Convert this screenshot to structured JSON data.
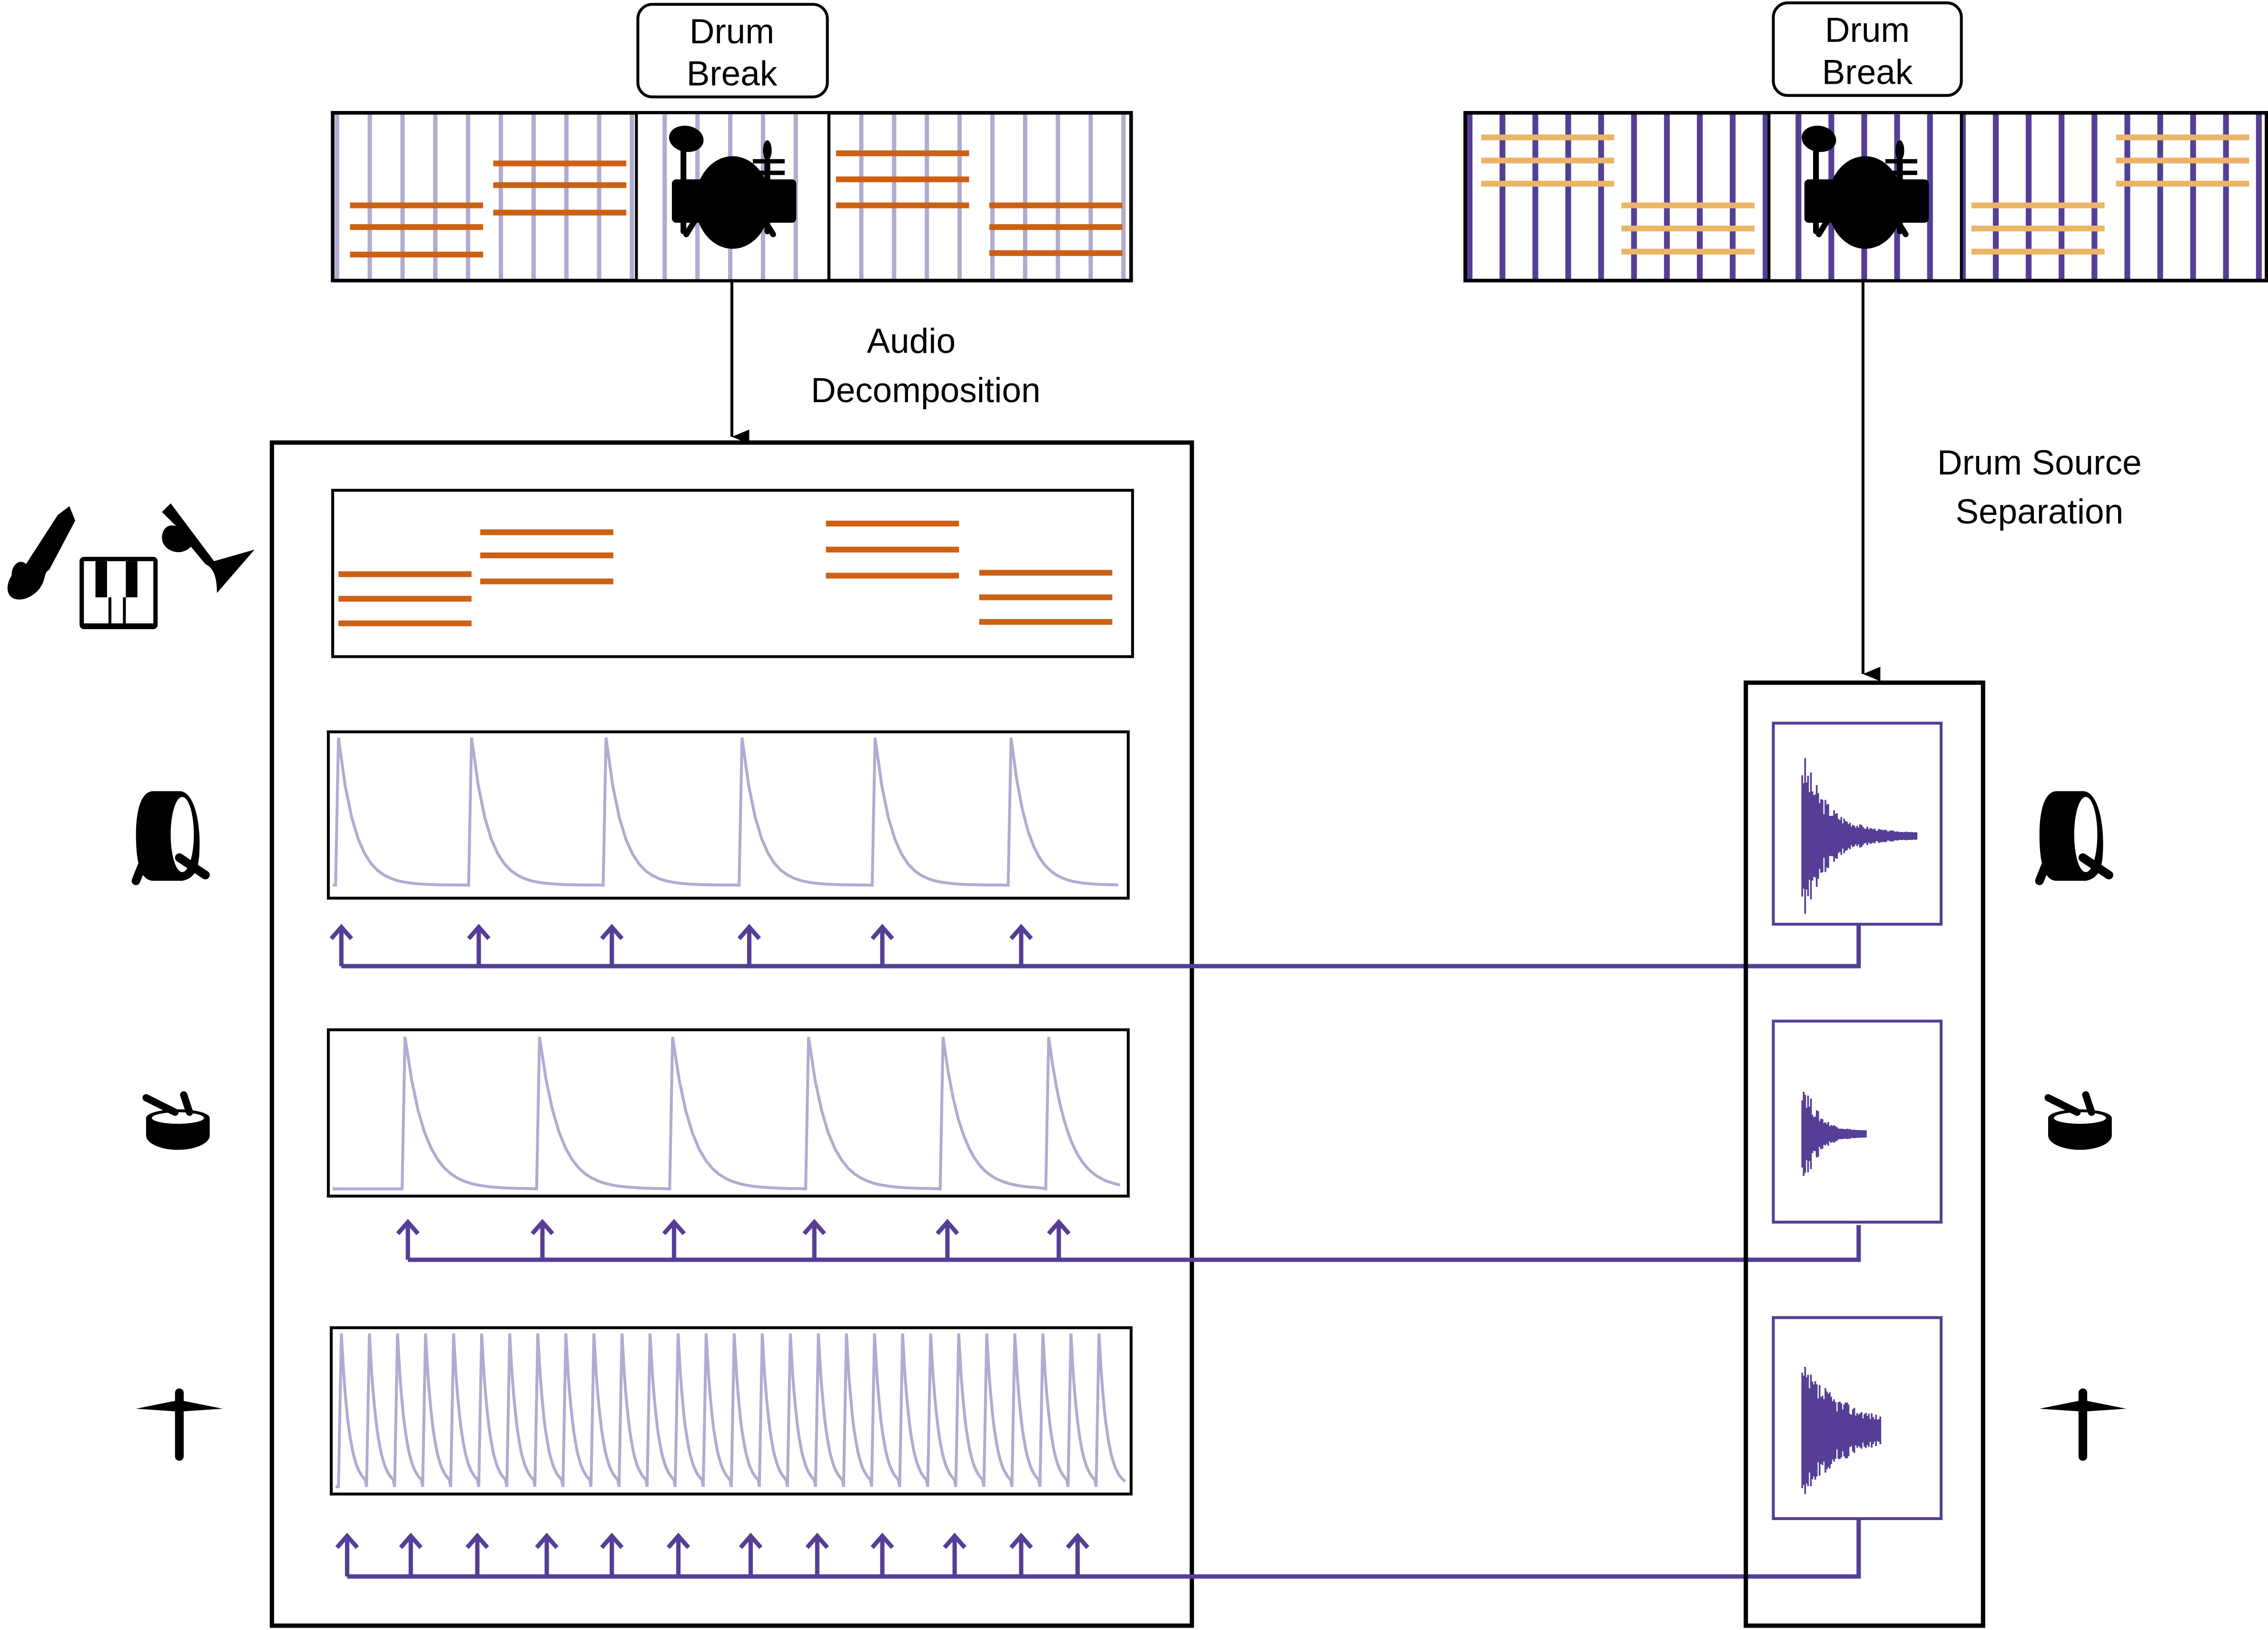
{
  "colors": {
    "orange": "#cc6116",
    "light_orange": "#ebb466",
    "light_purple": "#b0acd1",
    "dark_purple": "#553f96",
    "black": "#000000"
  },
  "left": {
    "label_box": "Drum Break",
    "label_lines": [
      "Drum",
      "Break"
    ],
    "arrow_caption_lines": [
      "Audio",
      "Decomposition"
    ],
    "rows": [
      {
        "name": "harmonic",
        "icon": "guitar-piano-trumpet-icon"
      },
      {
        "name": "kick",
        "icon": "kick-drum-icon",
        "onsets": 6
      },
      {
        "name": "snare",
        "icon": "snare-drum-icon",
        "onsets": 6
      },
      {
        "name": "hihat",
        "icon": "cymbal-icon",
        "onsets": 28
      }
    ]
  },
  "right": {
    "label_lines": [
      "Drum",
      "Break"
    ],
    "arrow_caption_lines": [
      "Drum Source",
      "Separation"
    ],
    "sources": [
      {
        "name": "kick",
        "icon": "kick-drum-icon"
      },
      {
        "name": "snare",
        "icon": "snare-drum-icon"
      },
      {
        "name": "hihat",
        "icon": "cymbal-icon"
      }
    ]
  }
}
